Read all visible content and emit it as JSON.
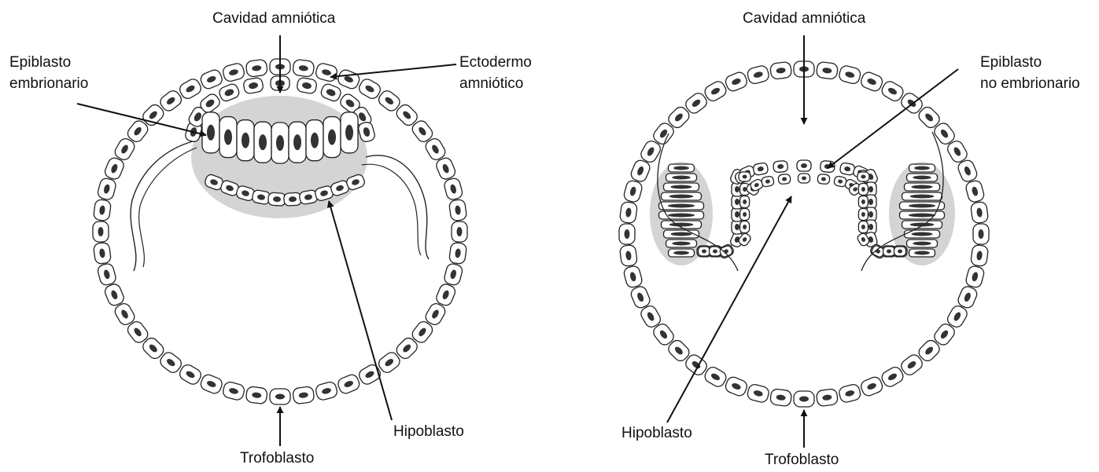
{
  "colors": {
    "cell_fill": "#ffffff",
    "cell_stroke": "#222222",
    "nucleus": "#333333",
    "shade": "#d4d4d4",
    "arrow": "#111111"
  },
  "left_panel": {
    "cavidad_amniotica": "Cavidad amniótica",
    "epiblasto_line1": "Epiblasto",
    "epiblasto_line2": "embrionario",
    "ectodermo_line1": "Ectodermo",
    "ectodermo_line2": "amniótico",
    "hipoblasto": "Hipoblasto",
    "trofoblasto": "Trofoblasto"
  },
  "right_panel": {
    "cavidad_amniotica": "Cavidad amniótica",
    "epiblasto_line1": "Epiblasto",
    "epiblasto_line2": "no embrionario",
    "hipoblasto": "Hipoblasto",
    "trofoblasto": "Trofoblasto"
  }
}
